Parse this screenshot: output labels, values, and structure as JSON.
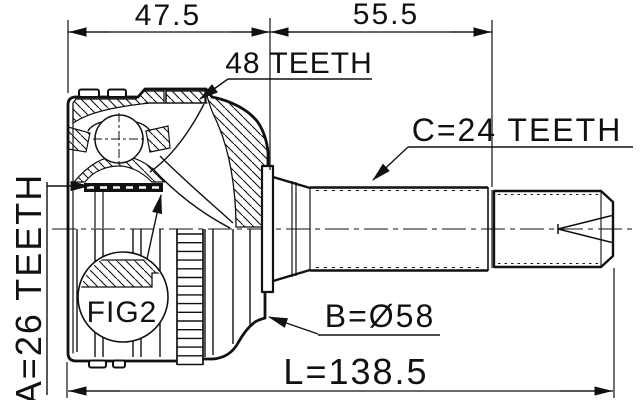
{
  "figure": {
    "type": "technical-drawing",
    "subject": "CV joint outer assembly, side cross-section",
    "background": "#ffffff",
    "line_color": "#111111",
    "dimensions": {
      "top_left": "47.5",
      "top_right": "55.5",
      "overall_length": "L=138.5"
    },
    "labels": {
      "abs_ring": "48 TEETH",
      "shaft_spline": "C=24 TEETH",
      "inner_spline": "A=26 TEETH",
      "body_diameter": "B=Ø58",
      "detail_reference": "FIG2"
    }
  }
}
